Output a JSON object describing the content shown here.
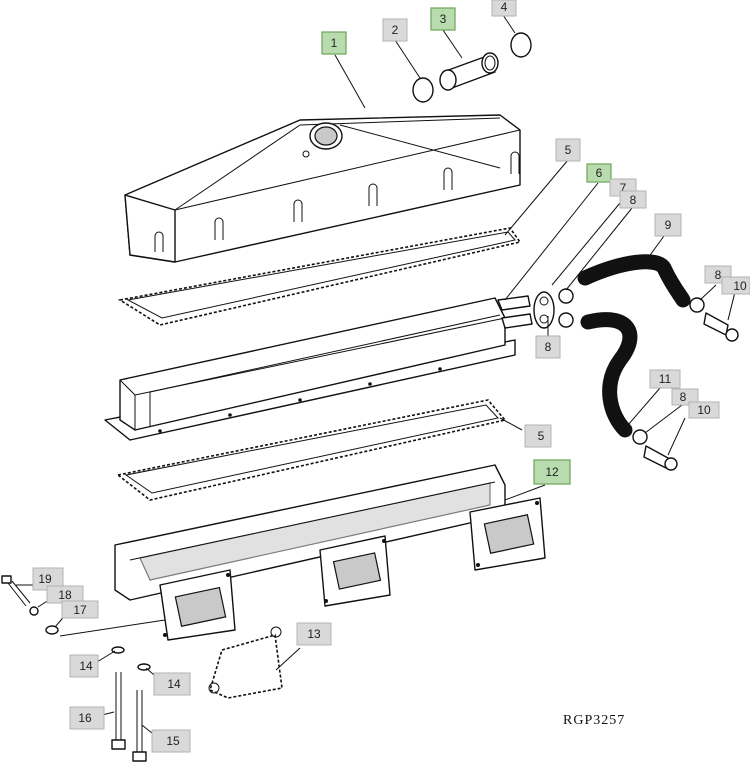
{
  "figure_ref": "RGP3257",
  "colors": {
    "callout_fill": "#d9d9d9",
    "callout_highlight_fill": "#b9dcae",
    "ink": "#111111"
  },
  "callouts": [
    {
      "id": "c1",
      "label": "1",
      "highlighted": true
    },
    {
      "id": "c2",
      "label": "2",
      "highlighted": false
    },
    {
      "id": "c3",
      "label": "3",
      "highlighted": true
    },
    {
      "id": "c4",
      "label": "4",
      "highlighted": false
    },
    {
      "id": "c5a",
      "label": "5",
      "highlighted": false
    },
    {
      "id": "c6",
      "label": "6",
      "highlighted": true
    },
    {
      "id": "c7",
      "label": "7",
      "highlighted": false
    },
    {
      "id": "c8a",
      "label": "8",
      "highlighted": false
    },
    {
      "id": "c9",
      "label": "9",
      "highlighted": false
    },
    {
      "id": "c8b",
      "label": "8",
      "highlighted": false
    },
    {
      "id": "c10a",
      "label": "10",
      "highlighted": false
    },
    {
      "id": "c8c",
      "label": "8",
      "highlighted": false
    },
    {
      "id": "c11",
      "label": "11",
      "highlighted": false
    },
    {
      "id": "c8d",
      "label": "8",
      "highlighted": false
    },
    {
      "id": "c10b",
      "label": "10",
      "highlighted": false
    },
    {
      "id": "c5b",
      "label": "5",
      "highlighted": false
    },
    {
      "id": "c12",
      "label": "12",
      "highlighted": true
    },
    {
      "id": "c13",
      "label": "13",
      "highlighted": false
    },
    {
      "id": "c19",
      "label": "19",
      "highlighted": false
    },
    {
      "id": "c18",
      "label": "18",
      "highlighted": false
    },
    {
      "id": "c17",
      "label": "17",
      "highlighted": false
    },
    {
      "id": "c14a",
      "label": "14",
      "highlighted": false
    },
    {
      "id": "c14b",
      "label": "14",
      "highlighted": false
    },
    {
      "id": "c16",
      "label": "16",
      "highlighted": false
    },
    {
      "id": "c15",
      "label": "15",
      "highlighted": false
    }
  ]
}
